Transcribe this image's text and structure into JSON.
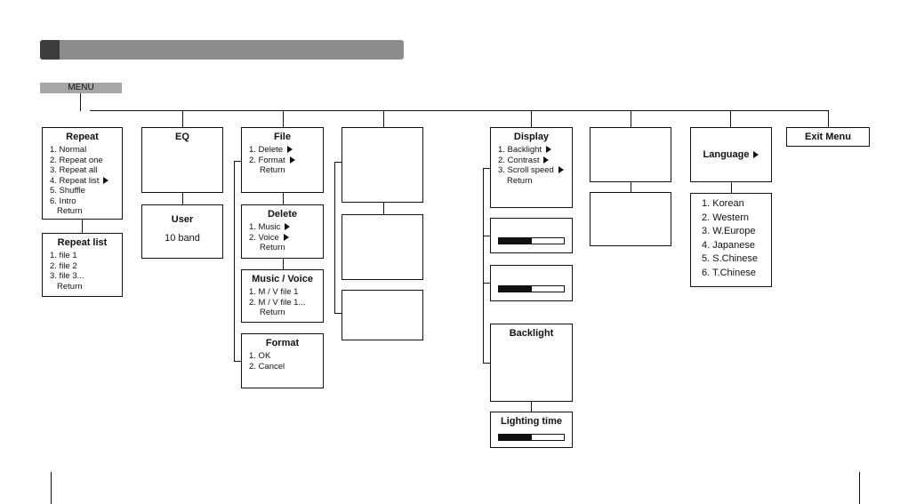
{
  "menu": {
    "label": "MENU"
  },
  "repeat": {
    "title": "Repeat",
    "items": [
      "1. Normal",
      "2. Repeat one",
      "3. Repeat all",
      "4. Repeat list",
      "5. Shuffle",
      "6. Intro",
      "Return"
    ]
  },
  "repeat_list": {
    "title": "Repeat list",
    "items": [
      "1. file 1",
      "2. file 2",
      "3. file 3...",
      "Return"
    ]
  },
  "eq": {
    "title": "EQ"
  },
  "user": {
    "title": "User",
    "line": "10 band"
  },
  "file": {
    "title": "File",
    "items": [
      "1. Delete",
      "2. Format",
      "Return"
    ]
  },
  "delete": {
    "title": "Delete",
    "items": [
      "1. Music",
      "2. Voice",
      "Return"
    ]
  },
  "music_voice": {
    "title": "Music / Voice",
    "items": [
      "1. M / V file 1",
      "2. M / V file 1...",
      "Return"
    ]
  },
  "format": {
    "title": "Format",
    "items": [
      "1. OK",
      "2. Cancel"
    ]
  },
  "display": {
    "title": "Display",
    "items": [
      "1. Backlight",
      "2. Contrast",
      "3. Scroll speed",
      "Return"
    ]
  },
  "backlight": {
    "title": "Backlight"
  },
  "lighting_time": {
    "title": "Lighting time",
    "level": 0.5
  },
  "contrast_bar": {
    "level": 0.5
  },
  "scroll_bar": {
    "level": 0.5
  },
  "language": {
    "title": "Language",
    "items": [
      "1. Korean",
      "2. Western",
      "3. W.Europe",
      "4. Japanese",
      "5. S.Chinese",
      "6. T.Chinese"
    ]
  },
  "exit": {
    "title": "Exit Menu"
  }
}
